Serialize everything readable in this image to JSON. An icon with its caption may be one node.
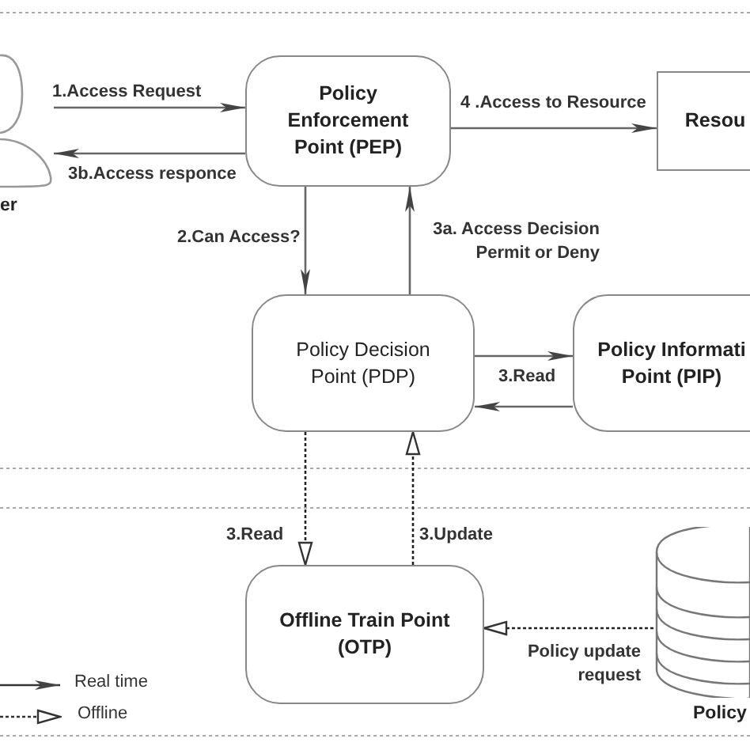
{
  "diagram": {
    "nodes": [
      {
        "text": [],
        "shape": "person",
        "beside": [
          "er"
        ]
      },
      {
        "text": [
          "Policy Enforcement Point (PEP)"
        ]
      },
      {
        "text": [
          "Resou"
        ]
      },
      {
        "text": [
          "Policy Decision Point (PDP)"
        ]
      },
      {
        "text": [
          "Policy Informati Point (PIP)"
        ]
      },
      {
        "text": [
          "Offline Train Point (OTP)"
        ]
      },
      {
        "text": [],
        "shape": "cylinder",
        "beside": [
          "Policy"
        ]
      }
    ],
    "edges": [
      {
        "from": 0,
        "to": 1,
        "arrow": "to",
        "label": "1.Access Request"
      },
      {
        "from": 1,
        "to": 0,
        "arrow": "to",
        "label": "3b.Access responce"
      },
      {
        "from": 1,
        "to": 2,
        "arrow": "to",
        "label": "4 .Access to Resource"
      },
      {
        "from": 1,
        "to": 3,
        "arrow": "to",
        "label": "2.Can Access?"
      },
      {
        "from": 3,
        "to": 1,
        "arrow": "to",
        "label": "3a. Access Decision Permit or Deny"
      },
      {
        "from": 3,
        "to": 4,
        "arrow": "to"
      },
      {
        "from": 4,
        "to": 3,
        "arrow": "to",
        "label": "3.Read"
      },
      {
        "from": 3,
        "to": 5,
        "arrow": "to",
        "label": "3.Read",
        "style": "dashed"
      },
      {
        "from": 5,
        "to": 3,
        "arrow": "to",
        "label": "3.Update",
        "style": "dashed"
      },
      {
        "from": 6,
        "to": 5,
        "arrow": "to",
        "label": "Policy update request",
        "style": "dashed"
      }
    ],
    "legend": [
      {
        "text": "Real time"
      },
      {
        "text": "Offline"
      }
    ]
  }
}
